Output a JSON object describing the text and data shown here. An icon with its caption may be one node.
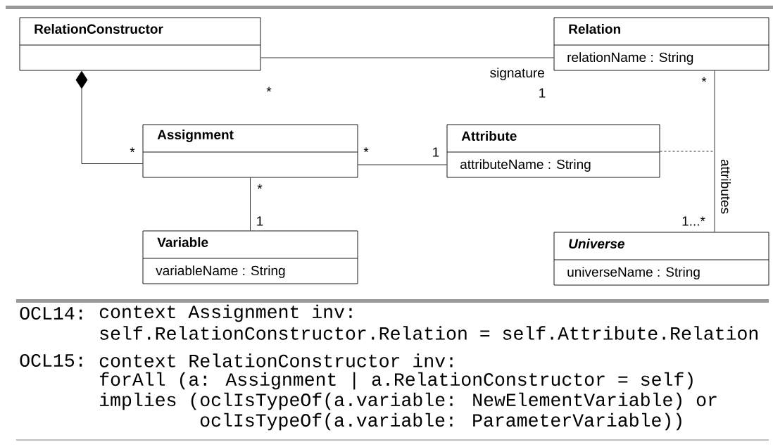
{
  "diagram": {
    "nodes": [
      {
        "text": [
          "RelationConstructor"
        ]
      },
      {
        "text": [
          "Relation",
          "relationName : String"
        ]
      },
      {
        "text": [
          "Assignment"
        ]
      },
      {
        "text": [
          "Attribute",
          "attributeName : String"
        ]
      },
      {
        "text": [
          "Variable",
          "variableName : String"
        ]
      },
      {
        "text": [
          "Universe",
          "universeName : String"
        ]
      }
    ],
    "edges": [
      {
        "from": 0,
        "to": 1,
        "arrow": "none",
        "label": "signature"
      },
      {
        "from": 0,
        "to": 2,
        "arrow": "other"
      },
      {
        "from": 2,
        "to": 3,
        "arrow": "none"
      },
      {
        "from": 2,
        "to": 4,
        "arrow": "none"
      },
      {
        "from": 1,
        "to": 5,
        "arrow": "none",
        "label": "attributes"
      },
      {
        "from": 3,
        "to": null,
        "arrow": "none",
        "style": "dashed"
      }
    ],
    "labels": [
      "*",
      "1",
      "*",
      "*",
      "*",
      "1",
      "*",
      "1",
      "1...*",
      "OCL14:",
      "context Assignment inv:",
      "self.RelationConstructor.Relation = self.Attribute.Relation",
      "OCL15:",
      "context RelationConstructor inv:",
      "forAll (a: Assignment | a.RelationConstructor = self)",
      "implies (oclIsTypeOf(a.variable: NewElementVariable) or",
      "oclIsTypeOf(a.variable: ParameterVariable))"
    ]
  }
}
